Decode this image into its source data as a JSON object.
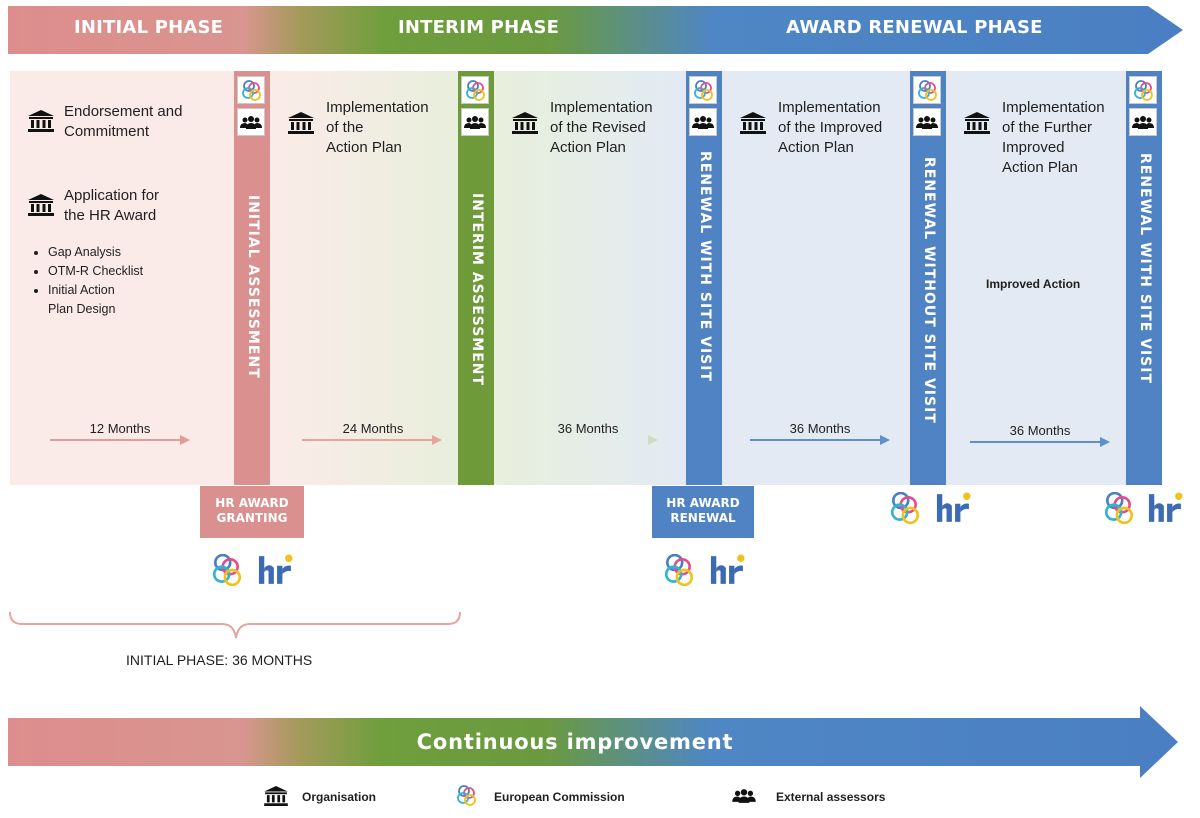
{
  "phases": {
    "initial": "INITIAL PHASE",
    "interim": "INTERIM PHASE",
    "renewal": "AWARD RENEWAL PHASE"
  },
  "column1": {
    "item1": [
      "Endorsement and",
      "Commitment"
    ],
    "item2": [
      "Application for",
      "the HR Award"
    ],
    "bullets": [
      "Gap Analysis",
      "OTM-R Checklist",
      "Initial Action",
      "Plan Design"
    ]
  },
  "column2": {
    "title": [
      "Implementation",
      "of the",
      "Action Plan"
    ]
  },
  "column3": {
    "title": [
      "Implementation",
      "of the Revised",
      "Action Plan"
    ]
  },
  "column4": {
    "title": [
      "Implementation",
      "of the Improved",
      "Action Plan"
    ]
  },
  "column5": {
    "title": [
      "Implementation",
      "of the Further",
      "Improved",
      "Action Plan"
    ],
    "note": "Improved Action"
  },
  "assessments": {
    "initial": "INITIAL ASSESSMENT",
    "interim": "INTERIM ASSESSMENT",
    "renewal_site": "RENEWAL WITH SITE VISIT",
    "renewal_no_site": "RENEWAL WITHOUT SITE VISIT",
    "renewal_site_2": "RENEWAL WITH SITE VISIT"
  },
  "durations": [
    "12 Months",
    "24 Months",
    "36 Months",
    "36 Months",
    "36 Months"
  ],
  "awards": {
    "granting": [
      "HR AWARD",
      "GRANTING"
    ],
    "renewal": [
      "HR AWARD",
      "RENEWAL"
    ]
  },
  "brace_label": "INITIAL PHASE: 36 MONTHS",
  "bottom_arrow": "Continuous improvement",
  "legend": {
    "organisation": "Organisation",
    "commission": "European Commission",
    "assessors": "External assessors"
  },
  "colors": {
    "initial": "#d9908f",
    "interim": "#6e9a3a",
    "renewal": "#4f83c3"
  },
  "icons": [
    "institution-icon",
    "european-commission-icon",
    "external-assessors-icon",
    "hr-logo"
  ]
}
